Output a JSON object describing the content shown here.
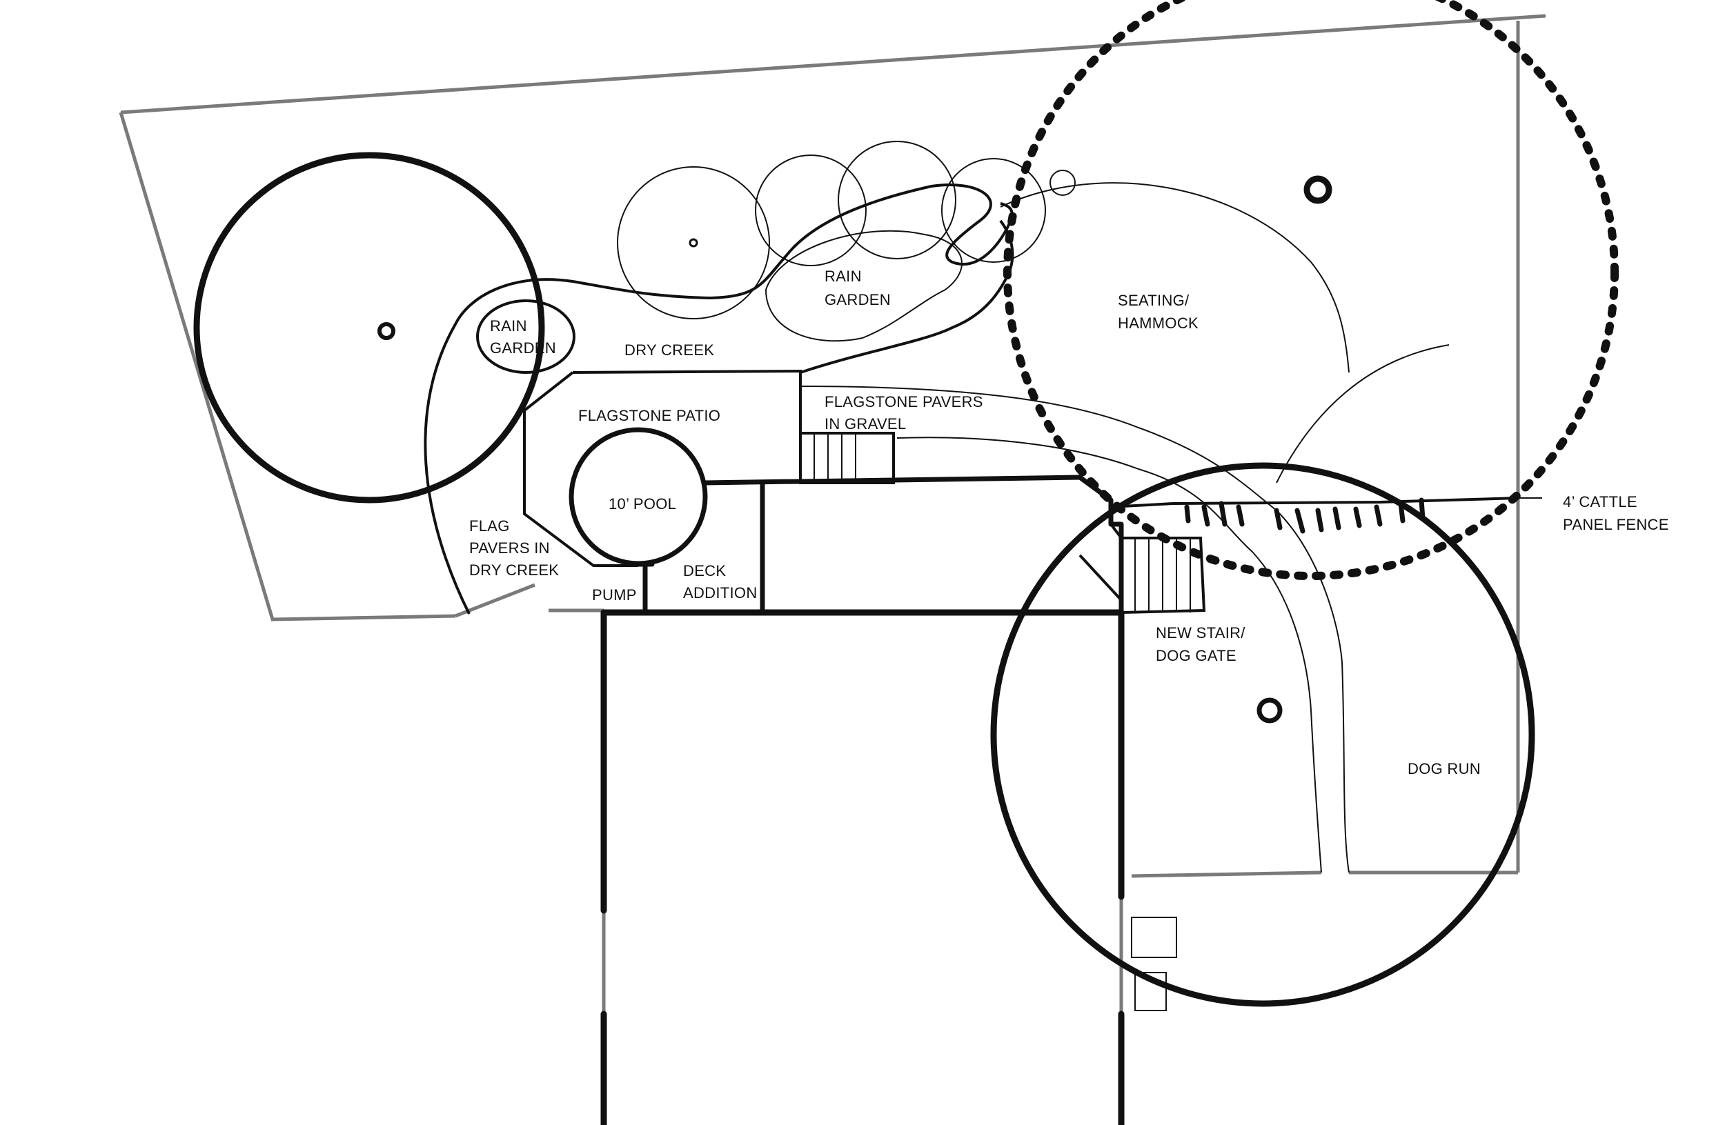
{
  "colors": {
    "ink": "#111111",
    "property_line": "#7a7a7a",
    "background": "#ffffff"
  },
  "labels": {
    "rain_garden_left_1": "RAIN",
    "rain_garden_left_2": "GARDEN",
    "rain_garden_right_1": "RAIN",
    "rain_garden_right_2": "GARDEN",
    "dry_creek": "DRY CREEK",
    "flagstone_patio": "FLAGSTONE PATIO",
    "flagstone_pavers_1": "FLAGSTONE PAVERS",
    "flagstone_pavers_2": "IN GRAVEL",
    "seating_1": "SEATING/",
    "seating_2": "HAMMOCK",
    "pool": "10’ POOL",
    "flag_pavers_1": "FLAG",
    "flag_pavers_2": "PAVERS IN",
    "flag_pavers_3": "DRY CREEK",
    "pump": "PUMP",
    "deck_1": "DECK",
    "deck_2": "ADDITION",
    "stair_1": "NEW STAIR/",
    "stair_2": "DOG GATE",
    "fence_1": "4’ CATTLE",
    "fence_2": "PANEL FENCE",
    "dog_run": "DOG RUN"
  }
}
